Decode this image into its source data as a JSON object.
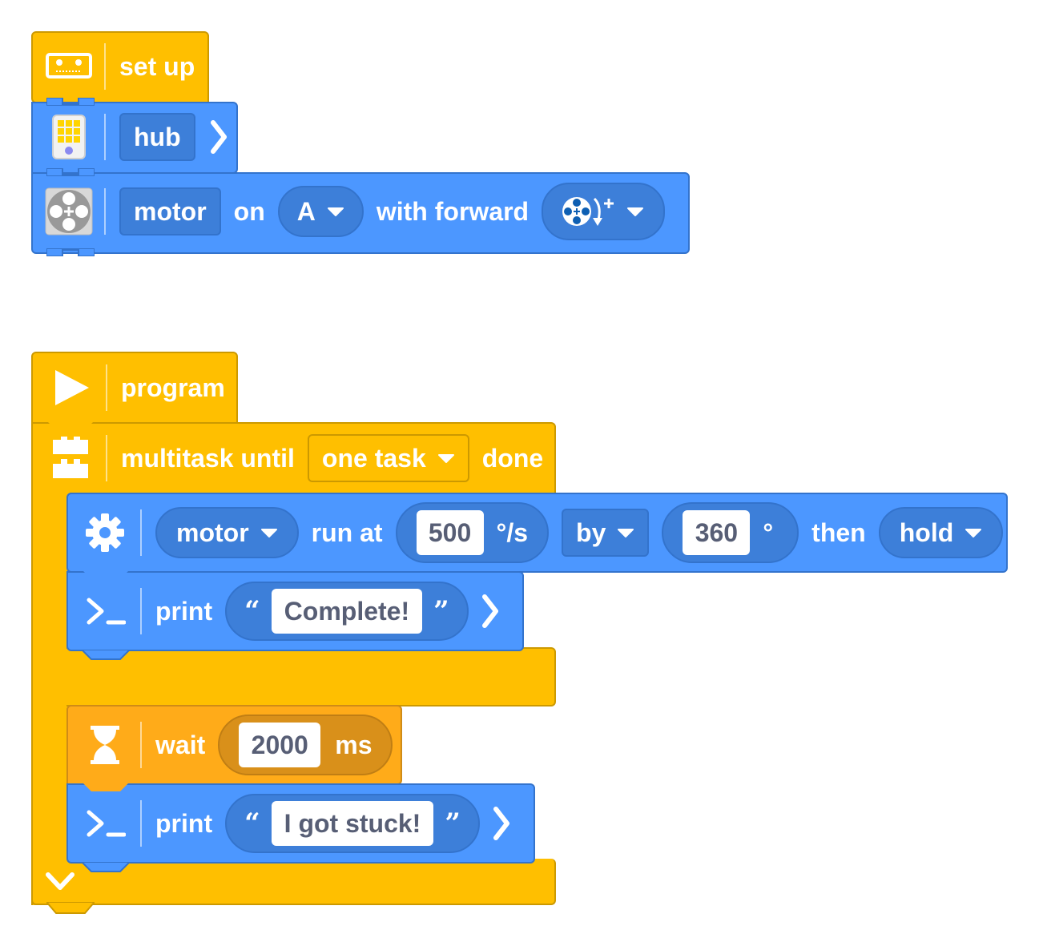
{
  "setup_stack": {
    "setup_block": {
      "icon": "remote-controller-icon",
      "label": "set up"
    },
    "hub_block": {
      "icon": "hub-icon",
      "name": "hub"
    },
    "motor_block": {
      "icon": "motor-icon",
      "name": "motor",
      "on_label": "on",
      "port": "A",
      "with_label": "with forward",
      "direction_icon": "clockwise-rotation-icon"
    }
  },
  "program_stack": {
    "program_block": {
      "icon": "play-icon",
      "label": "program"
    },
    "multitask_block": {
      "icon": "multitask-icon",
      "label": "multitask until",
      "mode": "one task",
      "done_label": "done",
      "collapse_icon": "chevron-down-icon"
    },
    "motor_run_block": {
      "icon": "gear-icon",
      "motor": "motor",
      "run_label": "run at",
      "speed": "500",
      "speed_unit": "°/s",
      "by_option": "by",
      "amount": "360",
      "amount_unit": "°",
      "then_label": "then",
      "then_option": "hold"
    },
    "print_block_1": {
      "icon": "terminal-icon",
      "label": "print",
      "open_quote": "“",
      "text": "Complete!",
      "close_quote": "”"
    },
    "wait_block": {
      "icon": "hourglass-icon",
      "label": "wait",
      "value": "2000",
      "unit": "ms"
    },
    "print_block_2": {
      "icon": "terminal-icon",
      "label": "print",
      "open_quote": "“",
      "text": "I got stuck!",
      "close_quote": "”"
    }
  },
  "colors": {
    "event_yellow": "#ffbf00",
    "motion_blue": "#4c97ff",
    "control_orange": "#ffab19",
    "field_text": "#575e75"
  }
}
